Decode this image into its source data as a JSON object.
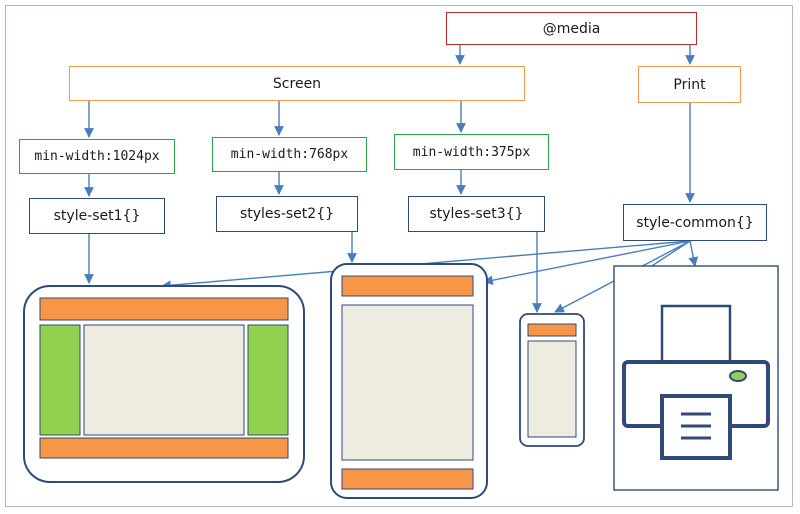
{
  "watermark": "",
  "nodes": {
    "media": "@media",
    "screen": "Screen",
    "print": "Print",
    "min_width_1024": "min-width:1024px",
    "min_width_768": "min-width:768px",
    "min_width_375": "min-width:375px",
    "style_set1": "style-set1{}",
    "styles_set2": "styles-set2{}",
    "styles_set3": "styles-set3{}",
    "style_common": "style-common{}"
  },
  "colors": {
    "header_bar": "#f79646",
    "side_panel": "#92d050",
    "content_fill": "#eeece1",
    "device_outline": "#2f4a78",
    "arrow": "#4a7ebb",
    "media_border": "#c0282b",
    "screen_print_border": "#f39a52",
    "query_border": "#2aa34a",
    "style_border": "#2f4a78",
    "printer_light": "#92d050"
  },
  "icons": {
    "desktop": "desktop-layout-icon",
    "tablet": "tablet-layout-icon",
    "phone": "phone-layout-icon",
    "printer": "printer-icon"
  }
}
